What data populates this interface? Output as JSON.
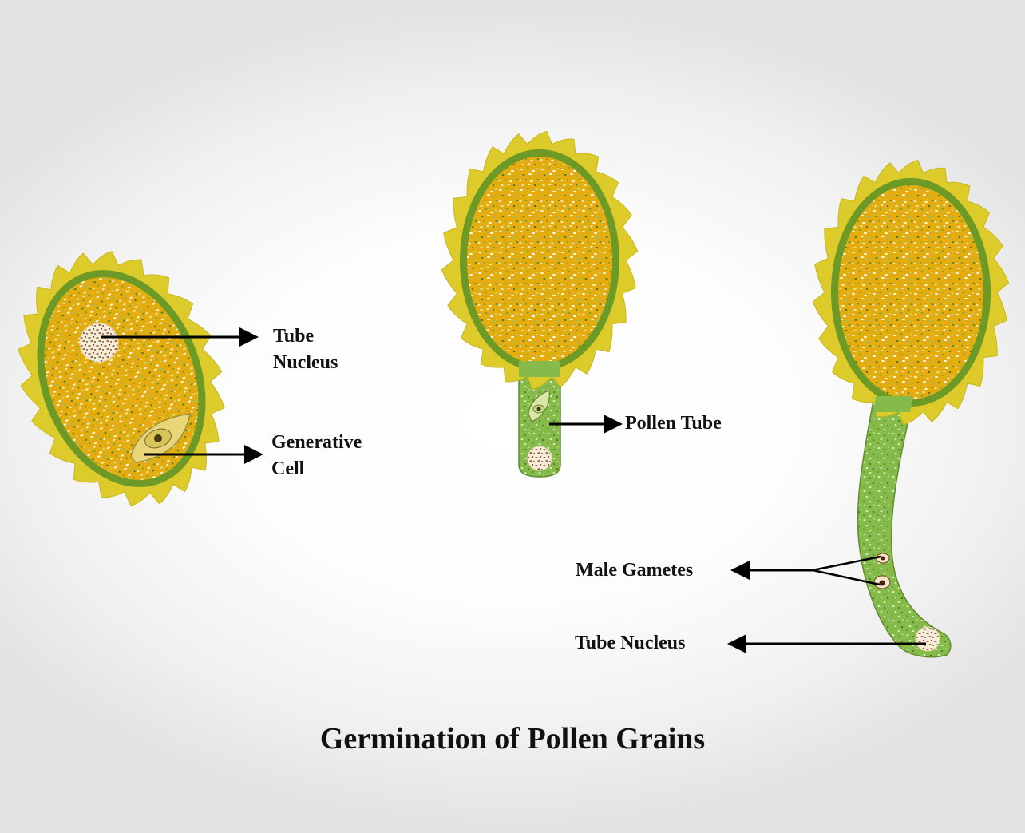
{
  "title": "Germination of Pollen Grains",
  "labels": {
    "tube_nucleus_1": [
      "Tube",
      "Nucleus"
    ],
    "generative_cell": [
      "Generative",
      "Cell"
    ],
    "pollen_tube": "Pollen Tube",
    "male_gametes": "Male Gametes",
    "tube_nucleus_2": "Tube Nucleus"
  },
  "colors": {
    "exine": "#dccb2a",
    "intine": "#6d9a26",
    "cytoplasm": "#e3ad12",
    "tube": "#86ba4a",
    "nucleus_dots": "#5a2d10",
    "arrow": "#000000"
  }
}
